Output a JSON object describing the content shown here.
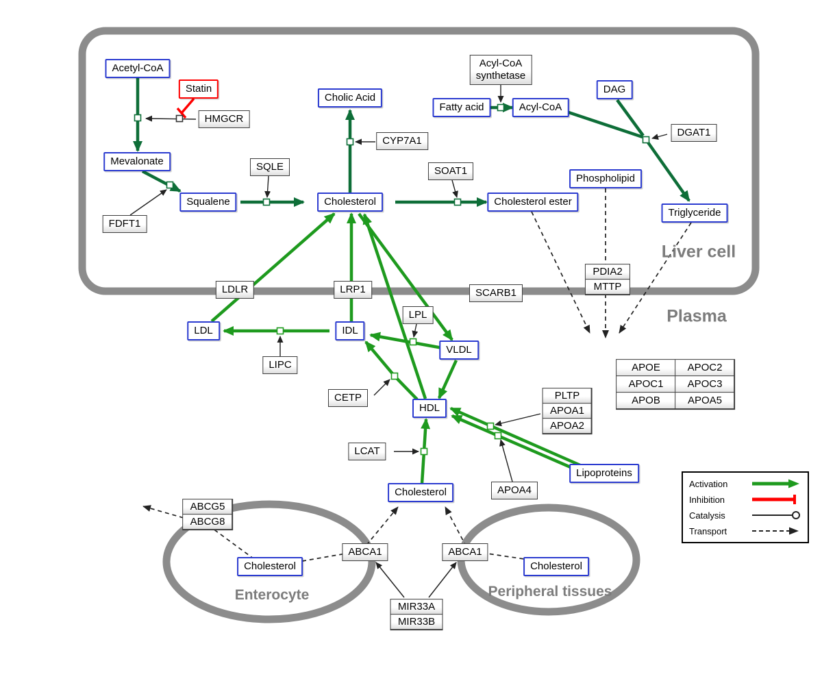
{
  "regions": {
    "liver_cell": "Liver cell",
    "plasma": "Plasma",
    "enterocyte": "Enterocyte",
    "peripheral_tissues": "Peripheral tissues"
  },
  "nodes": {
    "acetyl_coa": "Acetyl-CoA",
    "statin": "Statin",
    "hmgcr": "HMGCR",
    "mevalonate": "Mevalonate",
    "fdft1": "FDFT1",
    "squalene": "Squalene",
    "sqle": "SQLE",
    "cholic_acid": "Cholic Acid",
    "cyp7a1": "CYP7A1",
    "cholesterol_liver": "Cholesterol",
    "soat1": "SOAT1",
    "cholesterol_ester": "Cholesterol ester",
    "acyl_coa_synthetase_line1": "Acyl-CoA",
    "acyl_coa_synthetase_line2": "synthetase",
    "fatty_acid": "Fatty acid",
    "acyl_coa": "Acyl-CoA",
    "dag": "DAG",
    "dgat1": "DGAT1",
    "phospholipid": "Phospholipid",
    "triglyceride": "Triglyceride",
    "ldlr": "LDLR",
    "lrp1": "LRP1",
    "scarb1": "SCARB1",
    "pdia2": "PDIA2",
    "mttp": "MTTP",
    "ldl": "LDL",
    "idl": "IDL",
    "lipc": "LIPC",
    "lpl": "LPL",
    "vldl": "VLDL",
    "cetp": "CETP",
    "hdl": "HDL",
    "lcat": "LCAT",
    "pltp": "PLTP",
    "apoa1": "APOA1",
    "apoa2": "APOA2",
    "apoa4": "APOA4",
    "lipoproteins": "Lipoproteins",
    "cholesterol_plasma": "Cholesterol",
    "abcg5": "ABCG5",
    "abcg8": "ABCG8",
    "cholesterol_enterocyte": "Cholesterol",
    "abca1_enterocyte": "ABCA1",
    "abca1_peripheral": "ABCA1",
    "cholesterol_peripheral": "Cholesterol",
    "mir33a": "MIR33A",
    "mir33b": "MIR33B"
  },
  "apo_table": {
    "rows": [
      [
        "APOE",
        "APOC2"
      ],
      [
        "APOC1",
        "APOC3"
      ],
      [
        "APOB",
        "APOA5"
      ]
    ]
  },
  "legend": {
    "activation": "Activation",
    "inhibition": "Inhibition",
    "catalysis": "Catalysis",
    "transport": "Transport"
  },
  "colors": {
    "metab_blue": "#2b3bd0",
    "inhib_red": "#ff0000",
    "green_bright": "#1e9a1e",
    "green_dark": "#0e6e38",
    "membrane_gray": "#8c8c8c",
    "label_gray": "#7c7c7c"
  }
}
